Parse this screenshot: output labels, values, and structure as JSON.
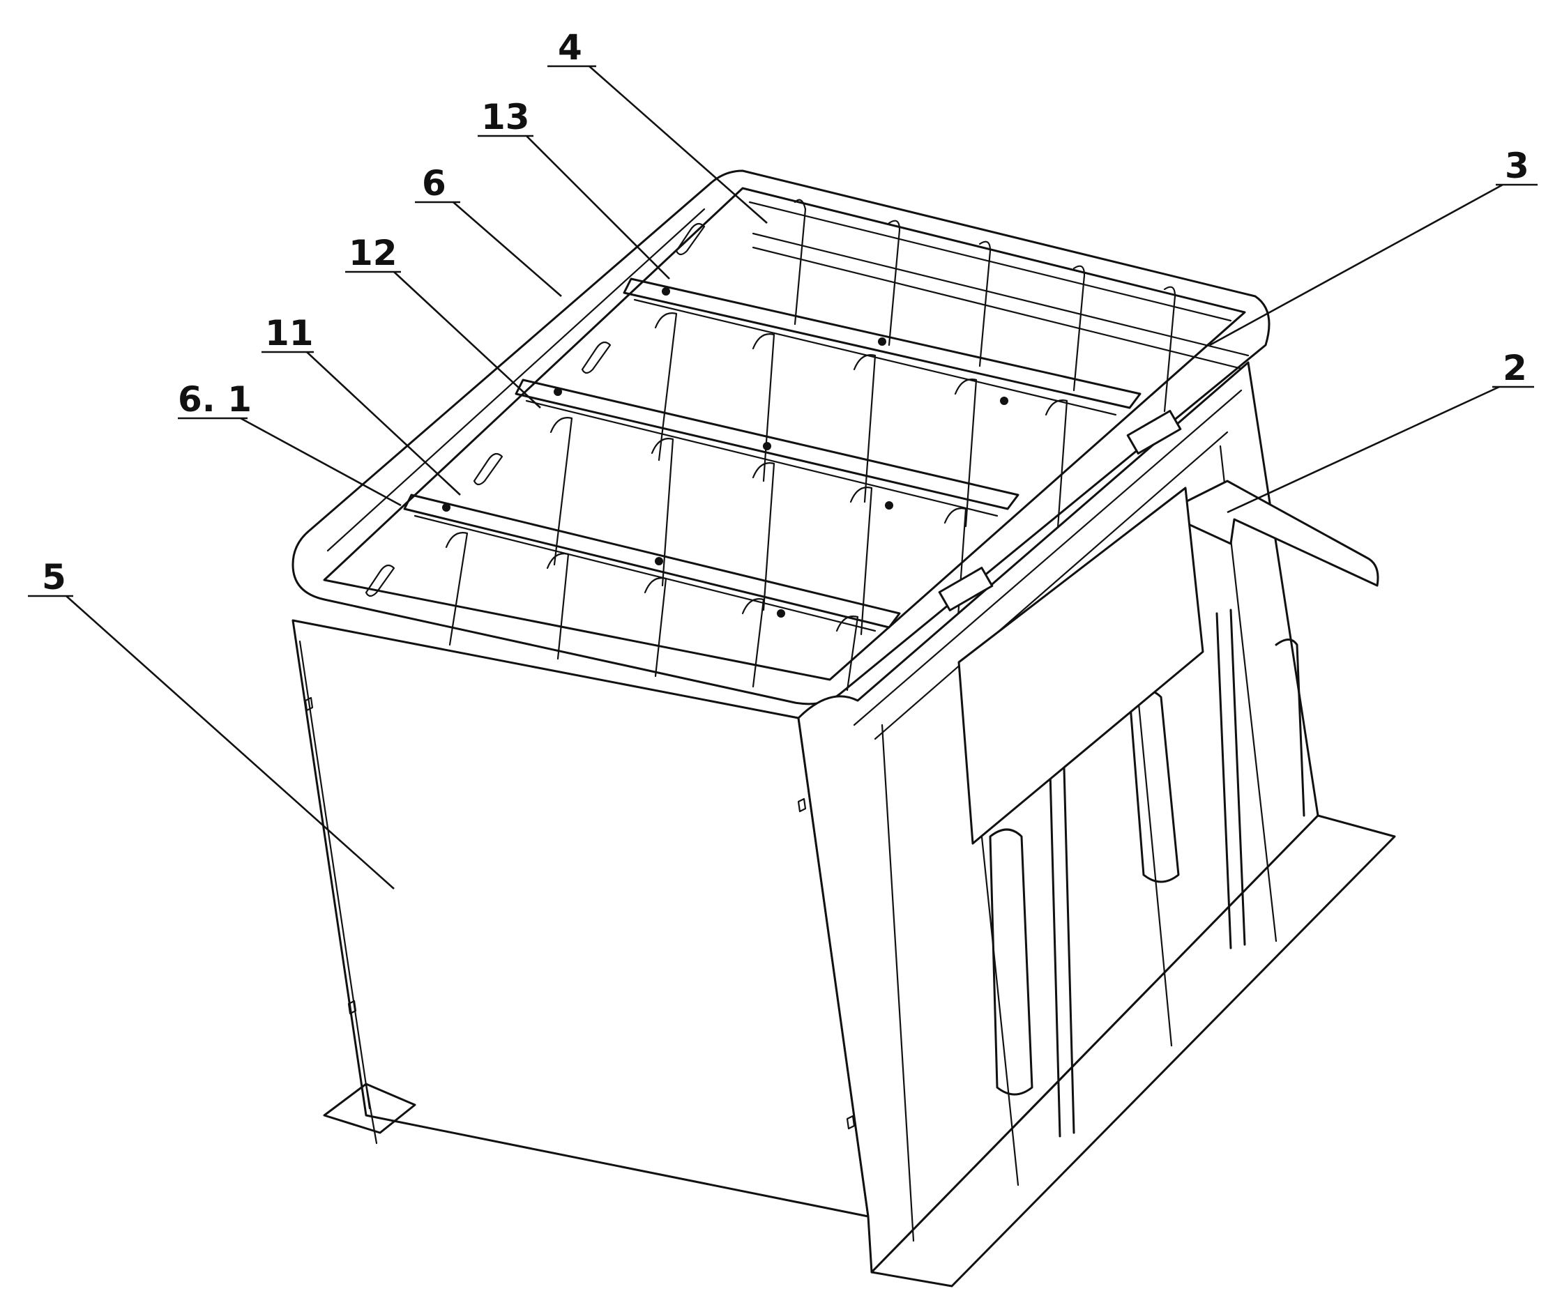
{
  "callouts": [
    {
      "id": "4",
      "label": "4"
    },
    {
      "id": "13",
      "label": "13"
    },
    {
      "id": "6",
      "label": "6"
    },
    {
      "id": "12",
      "label": "12"
    },
    {
      "id": "11",
      "label": "11"
    },
    {
      "id": "6_1",
      "label": "6. 1"
    },
    {
      "id": "5",
      "label": "5"
    },
    {
      "id": "3",
      "label": "3"
    },
    {
      "id": "2",
      "label": "2"
    }
  ]
}
